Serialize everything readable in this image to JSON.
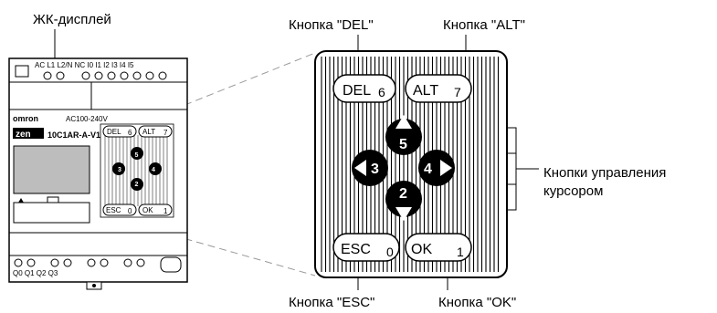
{
  "labels": {
    "lcd": "ЖК-дисплей",
    "del_button": "Кнопка \"DEL\"",
    "alt_button": "Кнопка \"ALT\"",
    "esc_button": "Кнопка \"ESC\"",
    "ok_button": "Кнопка \"OK\"",
    "cursor_buttons_line1": "Кнопки управления",
    "cursor_buttons_line2": "курсором"
  },
  "device": {
    "top_terminals_label": "AC L1 L2/N NC I0 I1 I2 I3 I4 I5",
    "brand": "omron",
    "voltage": "AC100-240V",
    "model": "10C1AR-A-V1",
    "logo": "zen",
    "bottom_terminals_label": "Q0 Q1 Q2 Q3"
  },
  "keys": {
    "del": {
      "name": "DEL",
      "num": "6"
    },
    "alt": {
      "name": "ALT",
      "num": "7"
    },
    "esc": {
      "name": "ESC",
      "num": "0"
    },
    "ok": {
      "name": "OK",
      "num": "1"
    },
    "up": "5",
    "left": "3",
    "right": "4",
    "down": "2"
  }
}
